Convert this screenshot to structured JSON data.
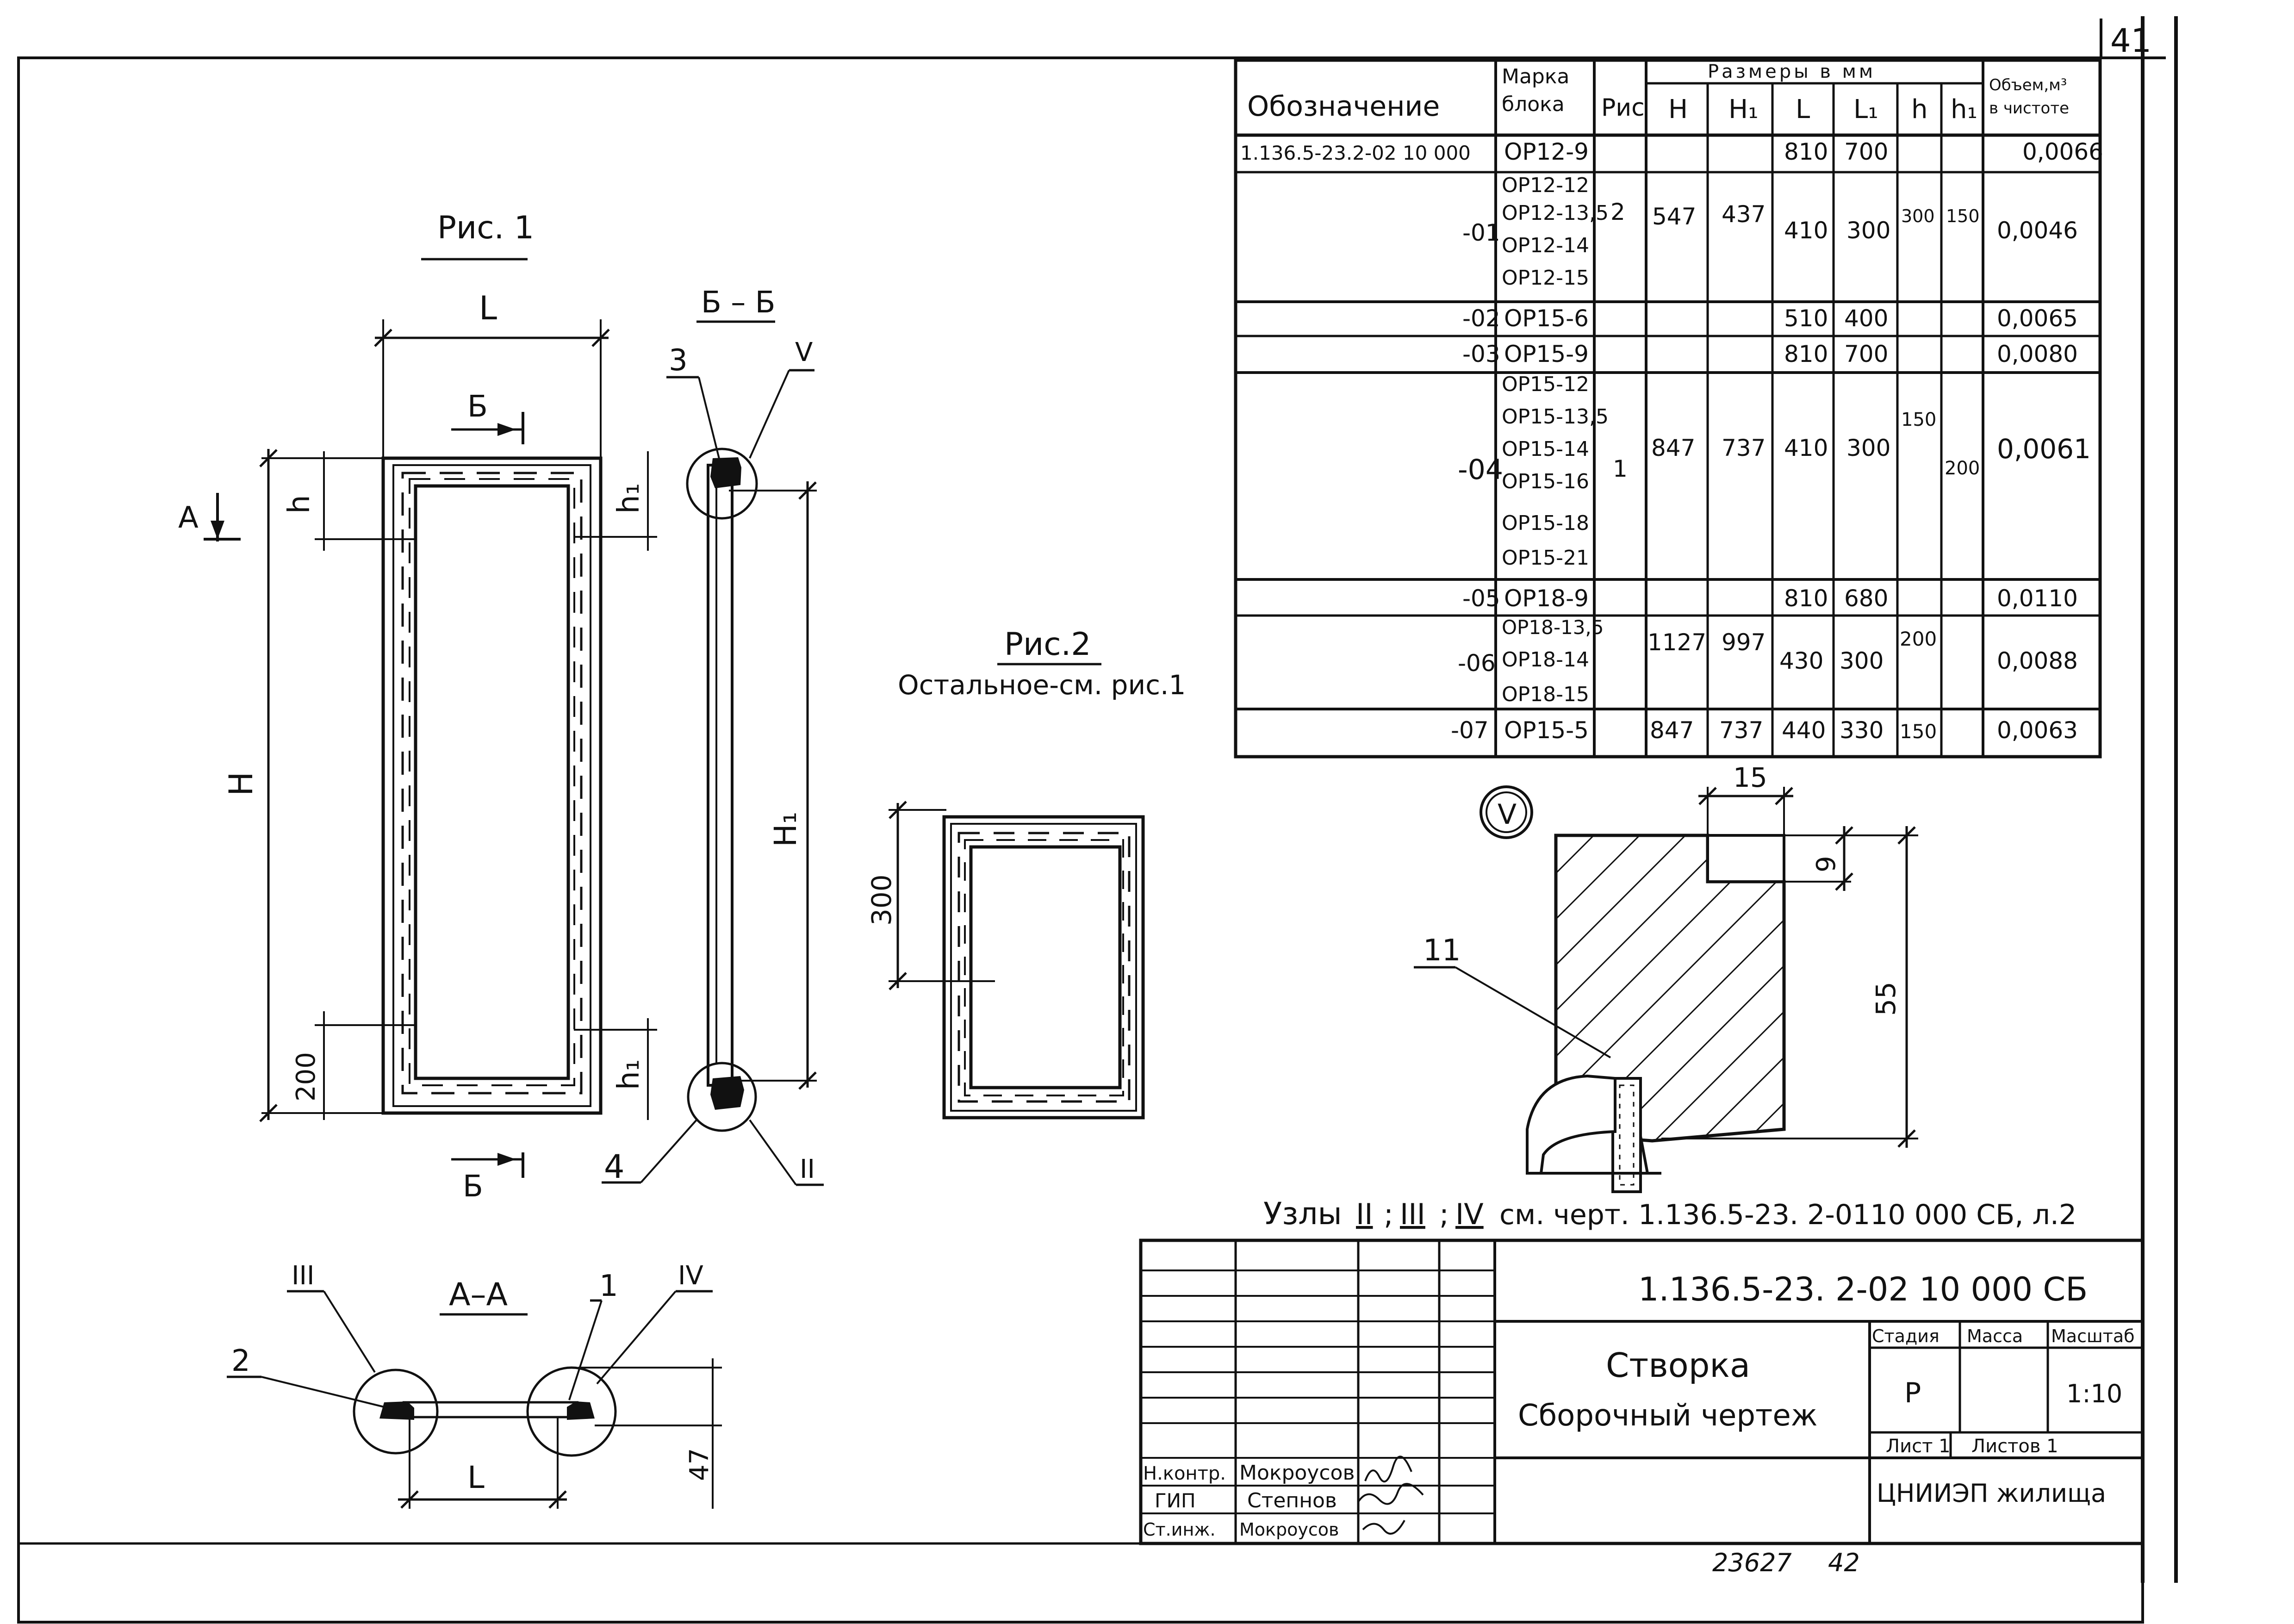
{
  "sheet_number": "41",
  "frame_number": "23627",
  "page_number": "42",
  "table": {
    "headers": {
      "designation": "Обозначение",
      "mark_line1": "Марка",
      "mark_line2": "блока",
      "fig": "Рис",
      "sizes": "Размеры в мм",
      "H": "H",
      "H1": "H₁",
      "L": "L",
      "L1": "L₁",
      "h": "h",
      "h1": "h₁",
      "volume_line1": "Объем,м³",
      "volume_line2": "в чистоте"
    },
    "rows": [
      {
        "designation": "1.136.5-23.2-02 10 000",
        "marks": [
          "ОР12-9"
        ],
        "L": "810",
        "L1": "700",
        "volume": "0,0066"
      },
      {
        "designation": "-01",
        "marks": [
          "ОР12-12",
          "ОР12-13,5",
          "ОР12-14",
          "ОР12-15"
        ],
        "fig": "2",
        "H": "547",
        "H1": "437",
        "L": "410",
        "L1": "300",
        "h": "300",
        "h1": "150",
        "volume": "0,0046"
      },
      {
        "designation": "-02",
        "marks": [
          "ОР15-6"
        ],
        "L": "510",
        "L1": "400",
        "volume": "0,0065"
      },
      {
        "designation": "-03",
        "marks": [
          "ОР15-9"
        ],
        "L": "810",
        "L1": "700",
        "volume": "0,0080"
      },
      {
        "designation": "-04",
        "marks": [
          "ОР15-12",
          "ОР15-13,5",
          "ОР15-14",
          "ОР15-16",
          "ОР15-18",
          "ОР15-21"
        ],
        "fig": "1",
        "H": "847",
        "H1": "737",
        "L": "410",
        "L1": "300",
        "h": "150",
        "h1": "200",
        "volume": "0,0061"
      },
      {
        "designation": "-05",
        "marks": [
          "ОР18-9"
        ],
        "L": "810",
        "L1": "680",
        "volume": "0,0110"
      },
      {
        "designation": "-06",
        "marks": [
          "ОР18-13,5",
          "ОР18-14",
          "ОР18-15"
        ],
        "H": "1127",
        "H1": "997",
        "L": "430",
        "L1": "300",
        "h": "200",
        "volume": "0,0088"
      },
      {
        "designation": "-07",
        "marks": [
          "ОР15-5"
        ],
        "H": "847",
        "H1": "737",
        "L": "440",
        "L1": "330",
        "h": "150",
        "volume": "0,0063"
      }
    ]
  },
  "fig1": {
    "title": "Рис. 1",
    "dim_L": "L",
    "dim_H": "H",
    "dim_H1": "H₁",
    "dim_h": "h",
    "dim_h1": "h₁",
    "dim_200": "200",
    "section_A": "А",
    "section_B": "Б"
  },
  "section_BB": {
    "title": "Б – Б",
    "callout_3": "3",
    "callout_4": "4",
    "node_V": "V",
    "node_II": "II"
  },
  "fig2": {
    "title": "Рис.2",
    "note": "Остальное-см. рис.1",
    "dim_300": "300"
  },
  "section_AA": {
    "title": "А–А",
    "node_III": "III",
    "node_IV": "IV",
    "callout_1": "1",
    "callout_2": "2",
    "dim_L": "L",
    "dim_47": "47"
  },
  "node_detail": {
    "label": "V",
    "dim_15": "15",
    "dim_9": "9",
    "dim_55": "55",
    "callout_11": "11"
  },
  "nodes_note": {
    "prefix": "Узлы",
    "n2": "II",
    "sep1": ";",
    "n3": "III",
    "sep2": ";",
    "n4": "IV",
    "text": "см. черт. 1.136.5-23. 2-0110 000 СБ, л.2"
  },
  "title_block": {
    "doc_code": "1.136.5-23. 2-02 10 000 СБ",
    "title_line1": "Створка",
    "title_line2": "Сборочный чертеж",
    "stage_label": "Стадия",
    "mass_label": "Масса",
    "scale_label": "Масштаб",
    "stage": "Р",
    "mass": "",
    "scale": "1:10",
    "sheet_label": "Лист 1",
    "sheets_label": "Листов 1",
    "organization": "ЦНИИЭП жилища",
    "signatures": [
      {
        "role": "Н.контр.",
        "name": "Мокроусов"
      },
      {
        "role": "ГИП",
        "name": "Степнов"
      },
      {
        "role": "Ст.инж.",
        "name": "Мокроусов"
      }
    ]
  }
}
